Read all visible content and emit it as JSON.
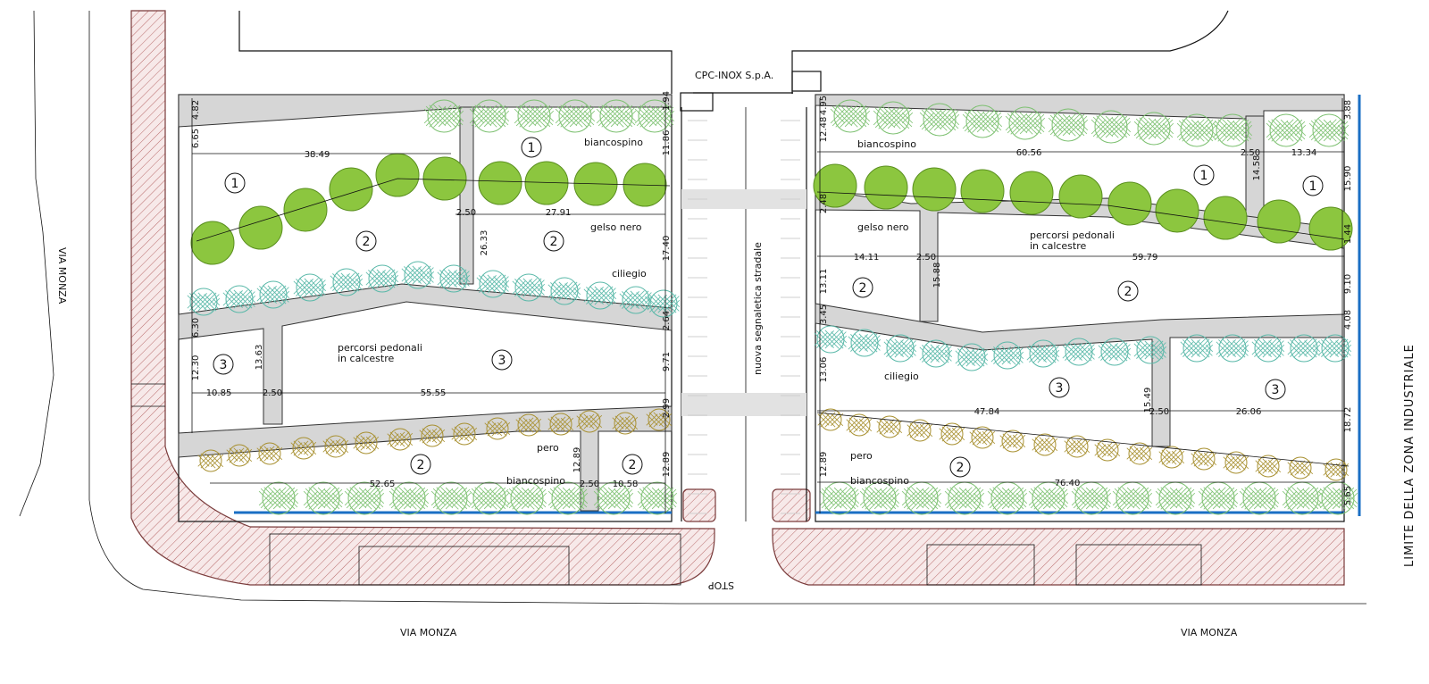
{
  "plan": {
    "company_label": "CPC-INOX S.p.A.",
    "signage_label": "nuova segnaletica stradale",
    "limit_label": "LIMITE DELLA ZONA INDUSTRIALE",
    "street_left_vertical": "VIA MONZA",
    "street_bottom_left": "VIA MONZA",
    "street_bottom_right": "VIA MONZA",
    "stop_label": "STOP"
  },
  "plants": {
    "biancospino": "biancospino",
    "gelso_nero": "gelso nero",
    "ciliegio": "ciliegio",
    "pero": "pero",
    "percorsi_line1": "percorsi pedonali",
    "percorsi_line2": "in calcestre"
  },
  "zones": {
    "one": "1",
    "two": "2",
    "three": "3"
  },
  "dimensions": {
    "left": [
      "4.82",
      "6.65",
      "38.49",
      "11.86",
      "2.50",
      "27.91",
      "26.33",
      "17.40",
      "6.30",
      "2.64",
      "12.30",
      "13.63",
      "10.85",
      "2.50",
      "55.55",
      "9.71",
      "2.99",
      "12.89",
      "12.89",
      "52.65",
      "2.50",
      "10.58",
      "1.94"
    ],
    "right": [
      "4.95",
      "12.48",
      "60.56",
      "2.50",
      "13.34",
      "3.88",
      "14.58",
      "15.90",
      "2.48",
      "1.44",
      "14.11",
      "2.50",
      "59.79",
      "13.11",
      "15.88",
      "9.10",
      "3.45",
      "4.08",
      "13.06",
      "15.49",
      "47.84",
      "2.50",
      "26.06",
      "18.72",
      "12.89",
      "76.40",
      "5.65"
    ]
  },
  "colors": {
    "road_hatch": "#c98a8a",
    "path_fill": "#d6d6d6",
    "tree_fill": "#8cc63f",
    "hawthorn": "#7cc070",
    "cherry": "#58b8a8",
    "pear": "#a89030",
    "limit_line": "#1a6fc4"
  }
}
